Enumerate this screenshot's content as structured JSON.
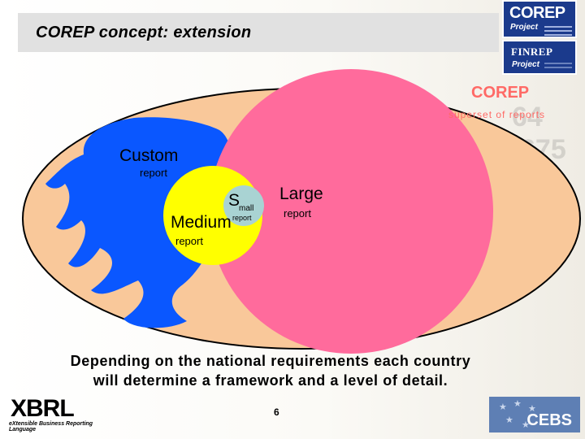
{
  "slide": {
    "title": "COREP concept: extension",
    "page_number": "6",
    "caption_line1": "Depending on the national requirements each country",
    "caption_line2": "will determine a framework and a level of detail."
  },
  "logos": {
    "corep": {
      "main": "COREP",
      "sub": "Project"
    },
    "finrep": {
      "main": "FINREP",
      "sub": "Project"
    },
    "xbrl": {
      "main": "XBRL",
      "tagline": "eXtensible Business Reporting Language"
    },
    "cebs": {
      "main": "CEBS"
    }
  },
  "diagram": {
    "corep": {
      "label": "COREP",
      "sublabel": "superset of reports",
      "color": "#f9c89a"
    },
    "custom": {
      "label": "Custom",
      "sublabel": "report",
      "color": "#0a57ff"
    },
    "large": {
      "label": "Large",
      "sublabel": "report",
      "color": "#ff6b9c"
    },
    "medium": {
      "label": "Medium",
      "sublabel": "report",
      "color": "#ffff00"
    },
    "small": {
      "label_first": "S",
      "label_rest": "mall",
      "sublabel": "report",
      "color": "#a9d3d3"
    }
  },
  "colors": {
    "title_bar": "#e1e1e1",
    "logo_blue": "#1b3a8c",
    "corep_label": "#ff6a66"
  }
}
